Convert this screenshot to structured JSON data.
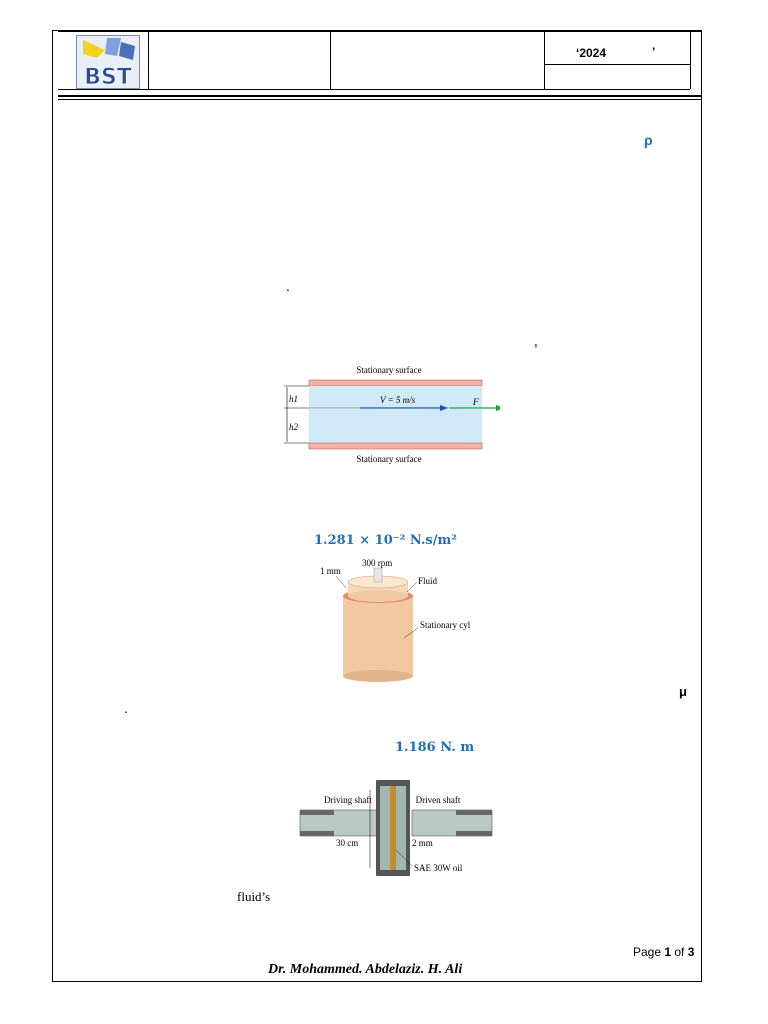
{
  "header": {
    "logo_text": "BST",
    "year": "‘2024",
    "quote_mark": "’"
  },
  "body": {
    "rho_symbol": "ρ",
    "dot1": ".",
    "comma_mark": ",",
    "fig1": {
      "top_label": "Stationary surface",
      "bottom_label": "Stationary surface",
      "velocity": "V = 5 m/s",
      "force": "F",
      "h1": "h1",
      "h2": "h2"
    },
    "answer1": "1.281 × 10⁻² N.s/m²",
    "fig2": {
      "speed": "300 rpm",
      "gap": "1 mm",
      "fluid": "Fluid",
      "cylinder": "Stationary cylinder"
    },
    "mu_symbol": "μ",
    "dot2": ".",
    "answer2": "1.186 N. m",
    "fig3": {
      "driving": "Driving shaft",
      "driven": "Driven shaft",
      "diameter": "30 cm",
      "gap": "2 mm",
      "oil": "SAE 30W oil"
    },
    "fluids_word": "fluid’s"
  },
  "footer": {
    "page_prefix": "Page ",
    "page_num": "1",
    "page_of": " of ",
    "page_total": "3",
    "author": "Dr. Mohammed. Abdelaziz. H. Ali"
  }
}
